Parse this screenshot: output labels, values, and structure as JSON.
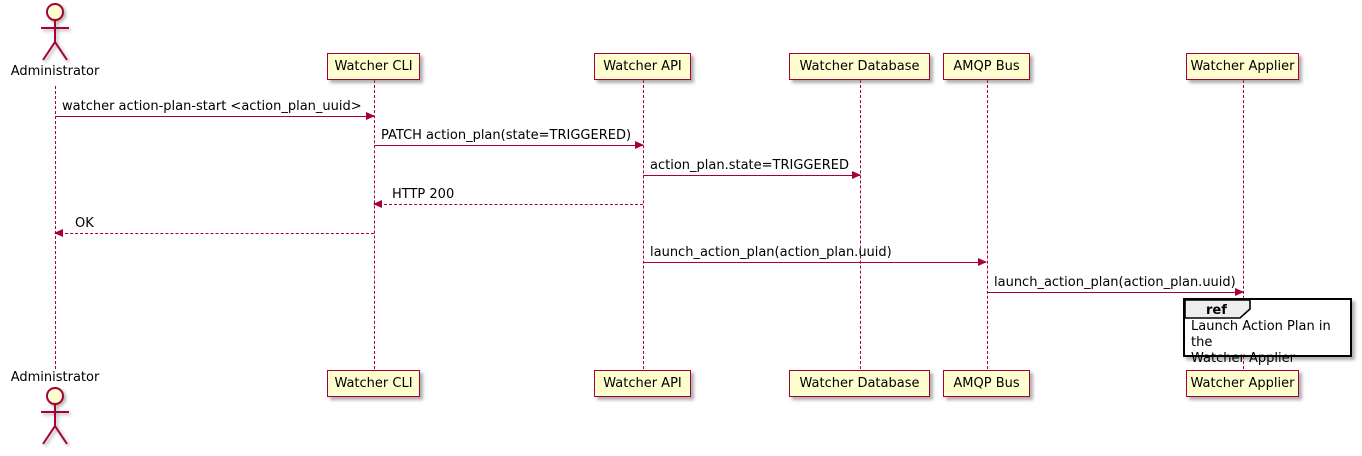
{
  "diagram": {
    "type": "uml-sequence",
    "actor": {
      "label": "Administrator"
    },
    "participants": [
      {
        "label": "Watcher CLI"
      },
      {
        "label": "Watcher API"
      },
      {
        "label": "Watcher Database"
      },
      {
        "label": "AMQP Bus"
      },
      {
        "label": "Watcher Applier"
      }
    ],
    "messages": [
      {
        "from": "Administrator",
        "to": "Watcher CLI",
        "style": "solid",
        "text": "watcher action-plan-start <action_plan_uuid>"
      },
      {
        "from": "Watcher CLI",
        "to": "Watcher API",
        "style": "solid",
        "text": "PATCH action_plan(state=TRIGGERED)"
      },
      {
        "from": "Watcher API",
        "to": "Watcher Database",
        "style": "solid",
        "text": "action_plan.state=TRIGGERED"
      },
      {
        "from": "Watcher API",
        "to": "Watcher CLI",
        "style": "dashed",
        "text": "HTTP 200"
      },
      {
        "from": "Watcher CLI",
        "to": "Administrator",
        "style": "dashed",
        "text": "OK"
      },
      {
        "from": "Watcher API",
        "to": "AMQP Bus",
        "style": "solid",
        "text": "launch_action_plan(action_plan.uuid)"
      },
      {
        "from": "AMQP Bus",
        "to": "Watcher Applier",
        "style": "solid",
        "text": "launch_action_plan(action_plan.uuid)"
      }
    ],
    "ref": {
      "keyword": "ref",
      "line1": "Launch Action Plan in the",
      "line2": "Watcher Applier"
    },
    "colors": {
      "participant_fill": "#FEFECE",
      "participant_border": "#A80036",
      "arrow": "#A80036",
      "lifeline": "#A80036",
      "text": "#000000",
      "ref_tab_fill": "#EEEEEE",
      "ref_border": "#000000",
      "background": "#FFFFFF"
    }
  }
}
